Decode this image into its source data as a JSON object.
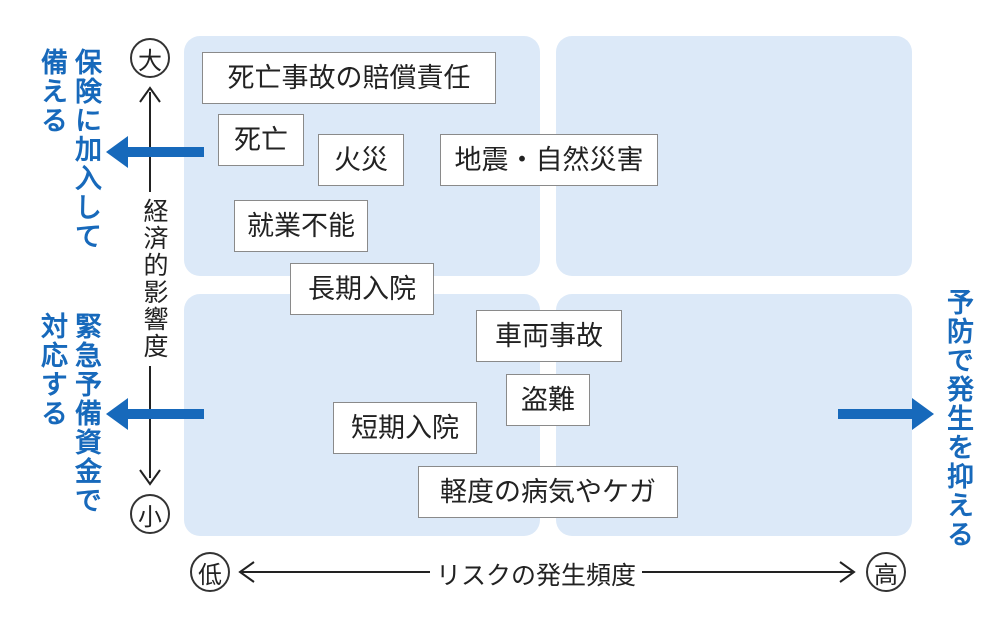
{
  "y_axis": {
    "label": "経済的影響度",
    "top": "大",
    "bottom": "小"
  },
  "x_axis": {
    "label": "リスクの発生頻度",
    "left": "低",
    "right": "高"
  },
  "strategies": {
    "insurance": [
      "備える",
      "保険に加入して"
    ],
    "emergency_fund": [
      "対応する",
      "緊急予備資金で"
    ],
    "prevention": "予防で発生を抑える"
  },
  "risks": [
    "死亡事故の賠償責任",
    "死亡",
    "火災",
    "地震・自然災害",
    "就業不能",
    "長期入院",
    "車両事故",
    "盗難",
    "短期入院",
    "軽度の病気やケガ"
  ],
  "colors": {
    "quadrant": "#dce9f8",
    "accent": "#1769bb",
    "line": "#333333"
  }
}
